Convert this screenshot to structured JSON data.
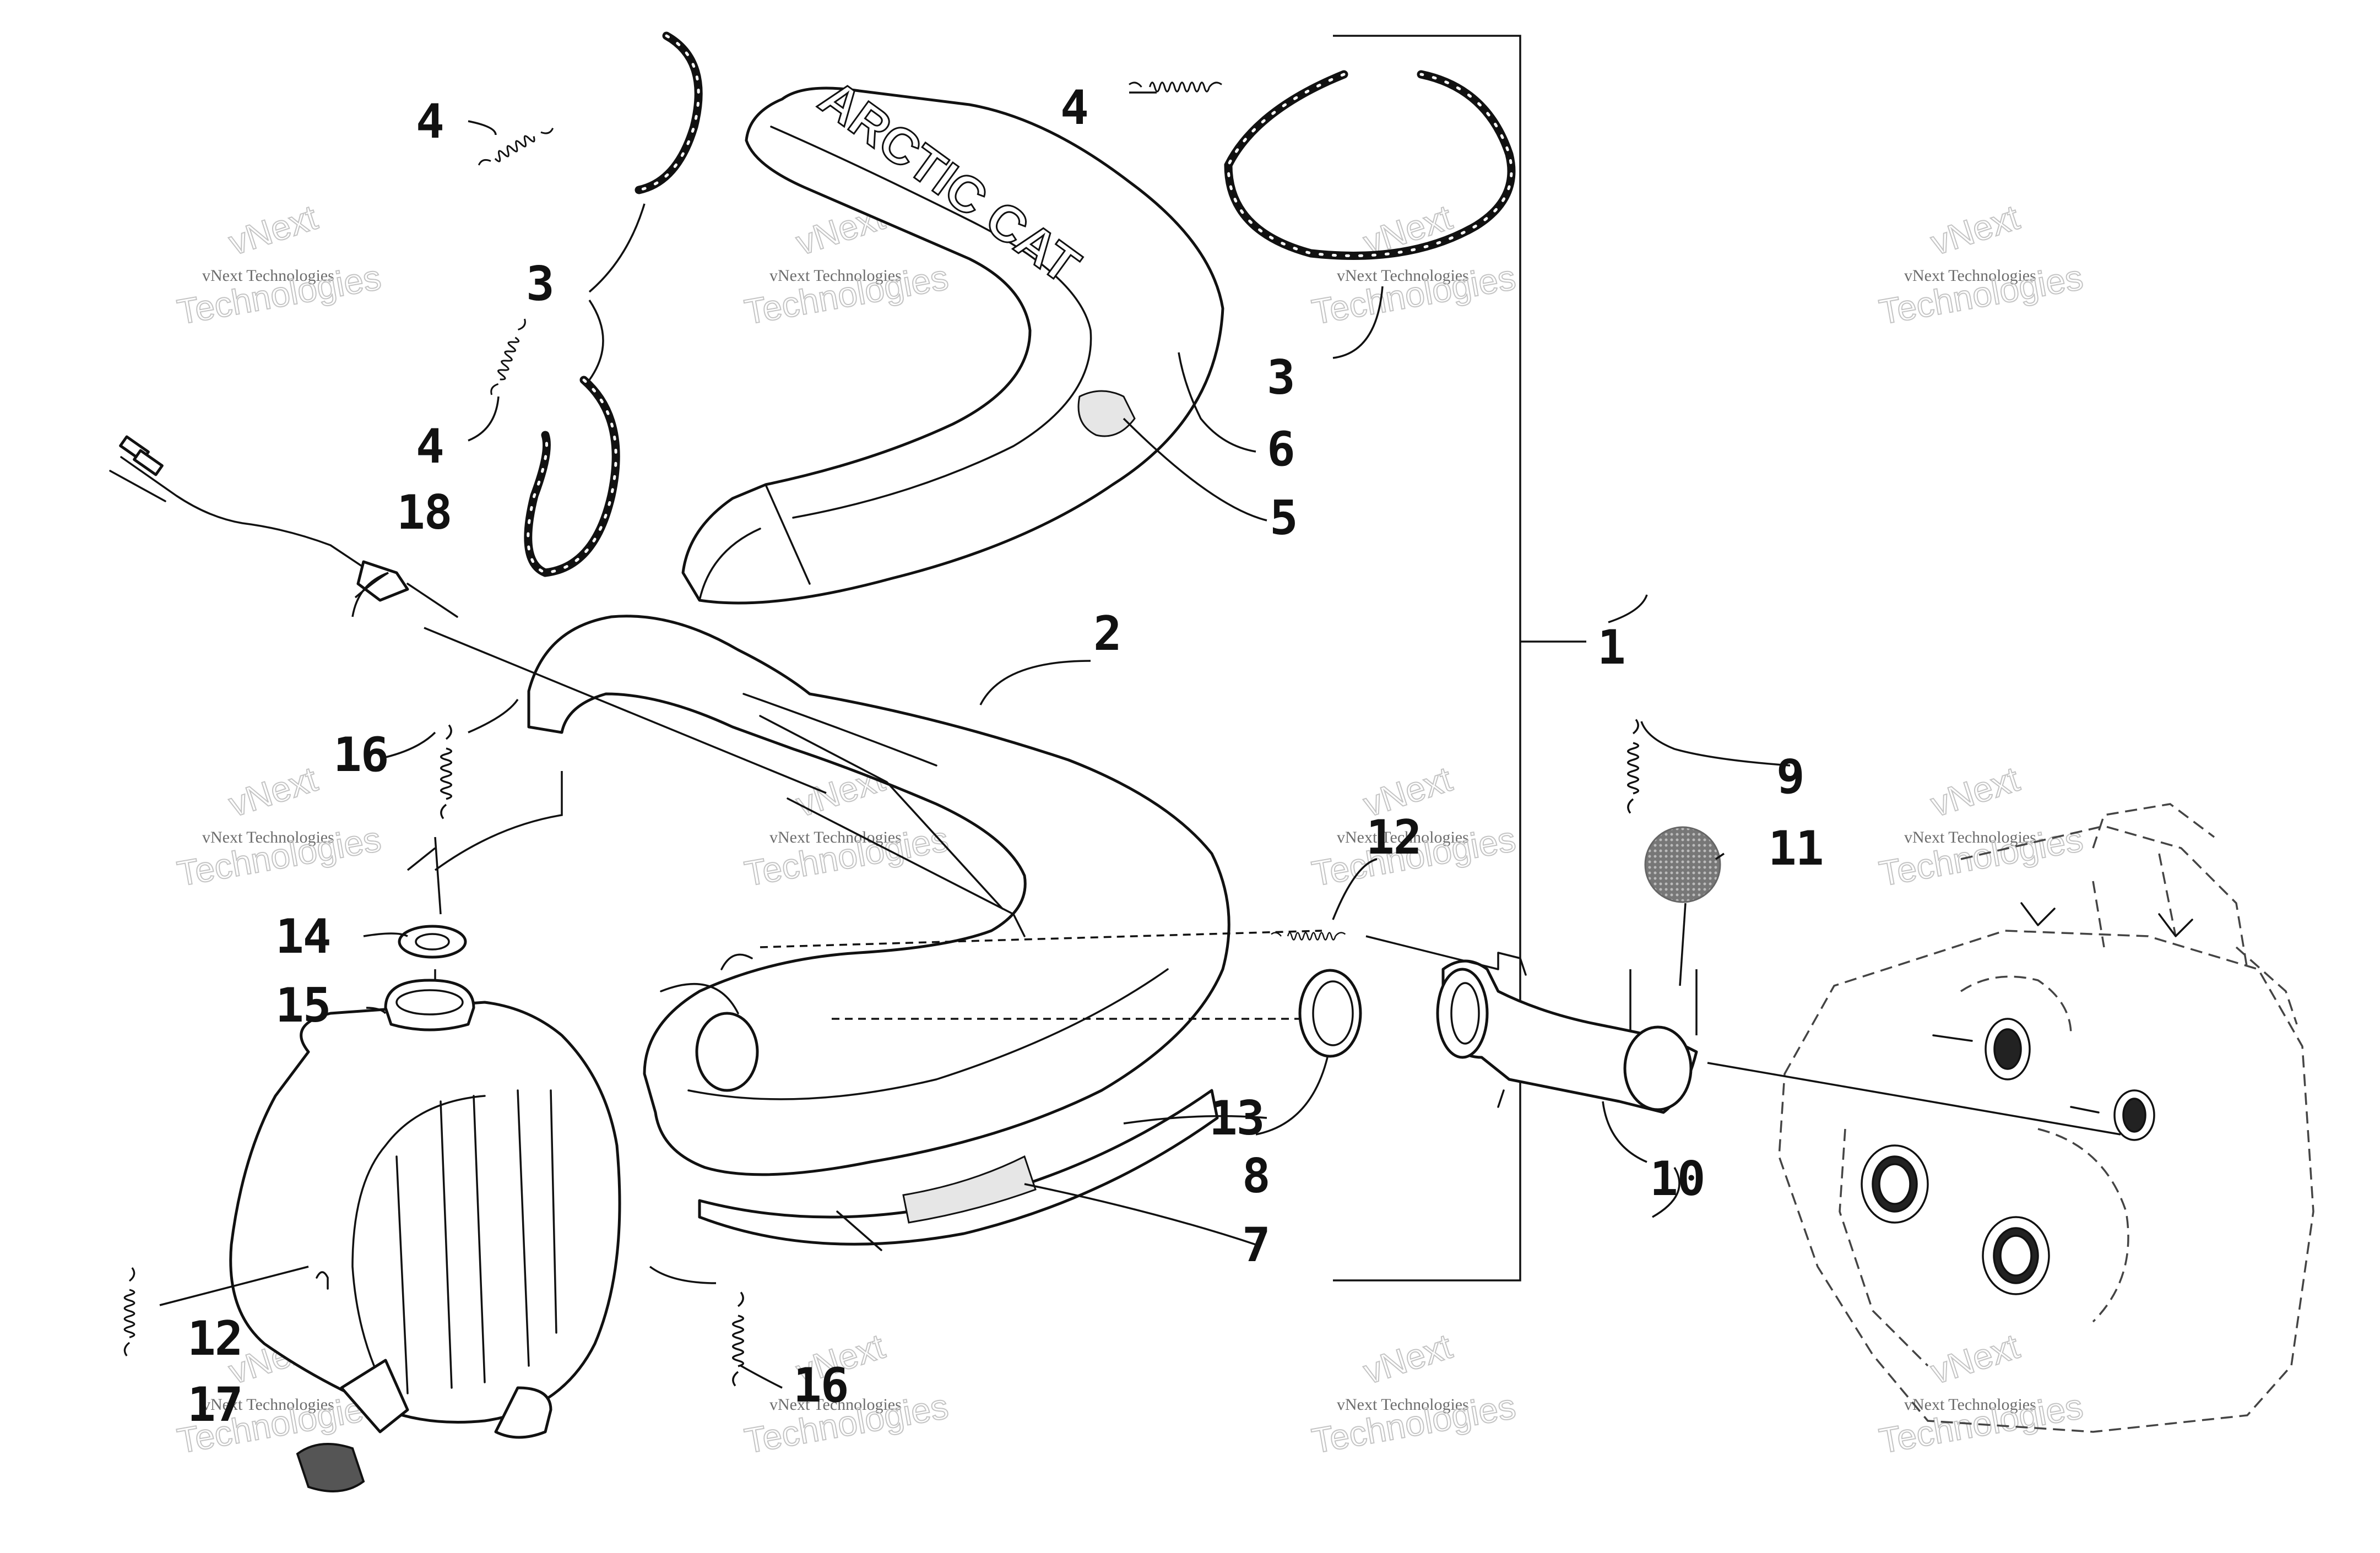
{
  "watermark": {
    "line1": "vNext",
    "line2": "vNext Technologies",
    "line3": "Technologies"
  },
  "logo_text": "ARCTIC CAT",
  "callouts": [
    {
      "id": "c1",
      "text": "1"
    },
    {
      "id": "c2",
      "text": "2"
    },
    {
      "id": "c3a",
      "text": "3"
    },
    {
      "id": "c3b",
      "text": "3"
    },
    {
      "id": "c4a",
      "text": "4"
    },
    {
      "id": "c4b",
      "text": "4"
    },
    {
      "id": "c4c",
      "text": "4"
    },
    {
      "id": "c5",
      "text": "5"
    },
    {
      "id": "c6",
      "text": "6"
    },
    {
      "id": "c7",
      "text": "7"
    },
    {
      "id": "c8",
      "text": "8"
    },
    {
      "id": "c9",
      "text": "9"
    },
    {
      "id": "c10",
      "text": "10"
    },
    {
      "id": "c11",
      "text": "11"
    },
    {
      "id": "c12a",
      "text": "12"
    },
    {
      "id": "c12b",
      "text": "12"
    },
    {
      "id": "c13",
      "text": "13"
    },
    {
      "id": "c14",
      "text": "14"
    },
    {
      "id": "c15",
      "text": "15"
    },
    {
      "id": "c16a",
      "text": "16"
    },
    {
      "id": "c16b",
      "text": "16"
    },
    {
      "id": "c17",
      "text": "17"
    },
    {
      "id": "c18",
      "text": "18"
    }
  ]
}
